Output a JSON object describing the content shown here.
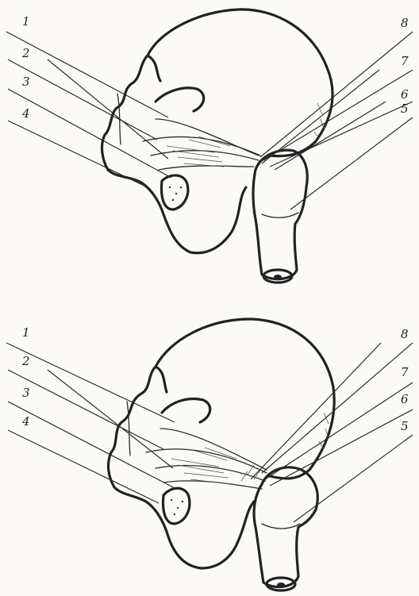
{
  "top_figure": {
    "labels_left": [
      "1",
      "2",
      "3",
      "4"
    ],
    "labels_right": [
      "8",
      "7",
      "6",
      "5"
    ]
  },
  "bottom_figure": {
    "labels_left": [
      "1",
      "2",
      "3",
      "4"
    ],
    "labels_right": [
      "8",
      "7",
      "6",
      "5"
    ]
  }
}
